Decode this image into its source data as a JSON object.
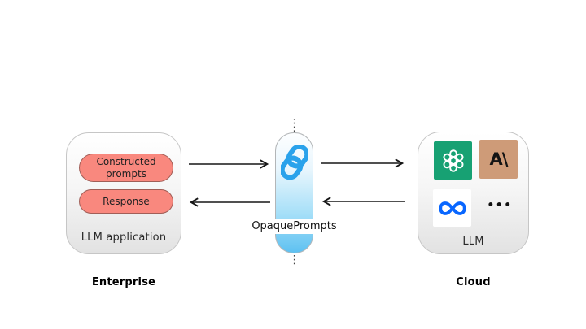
{
  "enterprise": {
    "pills": [
      {
        "label": "Constructed prompts"
      },
      {
        "label": "Response"
      }
    ],
    "box_label": "LLM application",
    "caption": "Enterprise",
    "pill_color": "#F9887E"
  },
  "proxy": {
    "label": "OpaquePrompts",
    "icon": "chain-link-icon",
    "accent_color": "#2AA2EB",
    "capsule_gradient_bottom": "#5EC1F1"
  },
  "cloud": {
    "box_label": "LLM",
    "caption": "Cloud",
    "providers": [
      {
        "icon": "openai-logo",
        "color": "#17A173"
      },
      {
        "icon": "anthropic-logo",
        "color": "#CE9B78",
        "glyph": "A\\"
      },
      {
        "icon": "meta-logo",
        "color": "#0866FF"
      },
      {
        "icon": "ellipsis-icon",
        "glyph": "•••"
      }
    ]
  }
}
